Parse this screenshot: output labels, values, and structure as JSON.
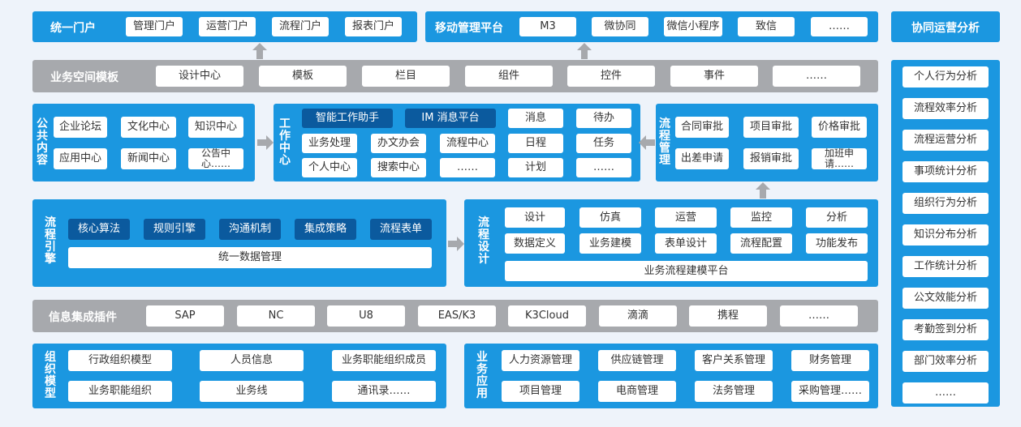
{
  "portal": {
    "title": "统一门户",
    "items": [
      "管理门户",
      "运营门户",
      "流程门户",
      "报表门户"
    ]
  },
  "mobile": {
    "title": "移动管理平台",
    "items": [
      "M3",
      "微协同",
      "微信小程序",
      "致信",
      "……"
    ]
  },
  "template": {
    "title": "业务空间模板",
    "items": [
      "设计中心",
      "模板",
      "栏目",
      "组件",
      "控件",
      "事件",
      "……"
    ]
  },
  "public": {
    "title": "公共内容",
    "items": [
      "企业论坛",
      "文化中心",
      "知识中心",
      "应用中心",
      "新闻中心",
      "公告中心……"
    ]
  },
  "workcenter": {
    "title": "工作中心",
    "dark": [
      "智能工作助手",
      "IM 消息平台"
    ],
    "items": [
      "业务处理",
      "办文办会",
      "流程中心",
      "个人中心",
      "搜索中心",
      "……"
    ],
    "right": [
      "消息",
      "待办",
      "日程",
      "任务",
      "计划",
      "……"
    ]
  },
  "flowmgmt": {
    "title": "流程管理",
    "items": [
      "合同审批",
      "项目审批",
      "价格审批",
      "出差申请",
      "报销审批",
      "加班申请……"
    ]
  },
  "engine": {
    "title": "流程引擎",
    "items": [
      "核心算法",
      "规则引擎",
      "沟通机制",
      "集成策略",
      "流程表单"
    ],
    "bar": "统一数据管理"
  },
  "design": {
    "title": "流程设计",
    "items": [
      "设计",
      "仿真",
      "运营",
      "监控",
      "分析",
      "数据定义",
      "业务建模",
      "表单设计",
      "流程配置",
      "功能发布"
    ],
    "bar": "业务流程建模平台"
  },
  "plugins": {
    "title": "信息集成插件",
    "items": [
      "SAP",
      "NC",
      "U8",
      "EAS/K3",
      "K3Cloud",
      "滴滴",
      "携程",
      "……"
    ]
  },
  "org": {
    "title": "组织模型",
    "items": [
      "行政组织模型",
      "人员信息",
      "业务职能组织成员",
      "业务职能组织",
      "业务线",
      "通讯录……"
    ]
  },
  "apps": {
    "title": "业务应用",
    "items": [
      "人力资源管理",
      "供应链管理",
      "客户关系管理",
      "财务管理",
      "项目管理",
      "电商管理",
      "法务管理",
      "采购管理……"
    ]
  },
  "analysis": {
    "title": "协同运营分析",
    "items": [
      "个人行为分析",
      "流程效率分析",
      "流程运营分析",
      "事项统计分析",
      "组织行为分析",
      "知识分布分析",
      "工作统计分析",
      "公文效能分析",
      "考勤签到分析",
      "部门效率分析",
      "……"
    ]
  }
}
